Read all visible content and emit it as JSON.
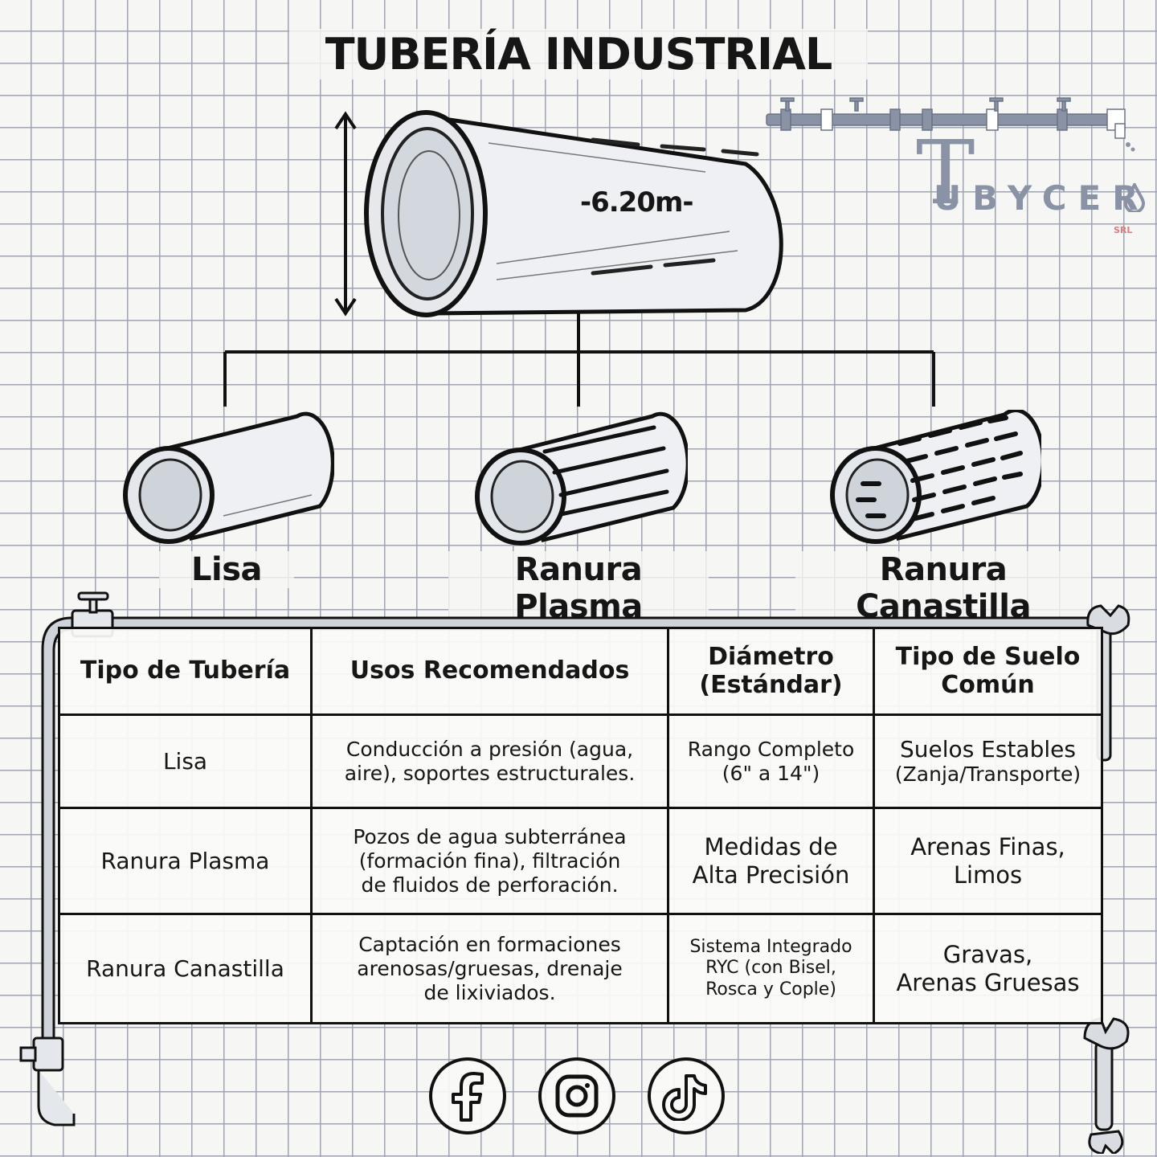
{
  "title": "TUBERÍA INDUSTRIAL",
  "main_pipe": {
    "length_label": "-6.20m-"
  },
  "brand": {
    "initial": "T",
    "name": "UBYCER",
    "suffix": "SRL"
  },
  "pipe_types": [
    {
      "label": "Lisa",
      "icon": "plain-pipe-icon"
    },
    {
      "label": "Ranura Plasma",
      "icon": "plasma-slot-pipe-icon"
    },
    {
      "label": "Ranura Canastilla",
      "icon": "basket-slot-pipe-icon"
    }
  ],
  "table": {
    "headers": {
      "type": "Tipo de Tubería",
      "uses": "Usos Recomendados",
      "diameter_line1": "Diámetro",
      "diameter_line2": "(Estándar)",
      "soil_line1": "Tipo de Suelo",
      "soil_line2": "Común"
    },
    "rows": [
      {
        "type": "Lisa",
        "uses_line1": "Conducción a presión (agua,",
        "uses_line2": "aire), soportes estructurales.",
        "uses_line3": "",
        "diameter_line1": "Rango Completo",
        "diameter_line2": "(6\" a 14\")",
        "diameter_line3": "",
        "soil_line1": "Suelos Estables",
        "soil_line2": "(Zanja/Transporte)"
      },
      {
        "type": "Ranura Plasma",
        "uses_line1": "Pozos de agua subterránea",
        "uses_line2": "(formación fina), filtración",
        "uses_line3": "de fluidos de perforación.",
        "diameter_line1": "Medidas de",
        "diameter_line2": "Alta Precisión",
        "diameter_line3": "",
        "soil_line1": "Arenas Finas,",
        "soil_line2": "Limos"
      },
      {
        "type": "Ranura Canastilla",
        "uses_line1": "Captación en formaciones",
        "uses_line2": "arenosas/gruesas, drenaje",
        "uses_line3": "de lixiviados.",
        "diameter_line1": "Sistema Integrado",
        "diameter_line2": "RYC (con Bisel,",
        "diameter_line3": "Rosca y Cople)",
        "soil_line1": "Gravas,",
        "soil_line2": "Arenas Gruesas"
      }
    ]
  },
  "social": [
    {
      "name": "facebook",
      "icon": "facebook-icon"
    },
    {
      "name": "instagram",
      "icon": "instagram-icon"
    },
    {
      "name": "tiktok",
      "icon": "tiktok-icon"
    }
  ],
  "colors": {
    "ink": "#161616",
    "grid": "#9fa4ad",
    "brand": "#8a93a6",
    "brand_accent": "#e07a7a"
  }
}
